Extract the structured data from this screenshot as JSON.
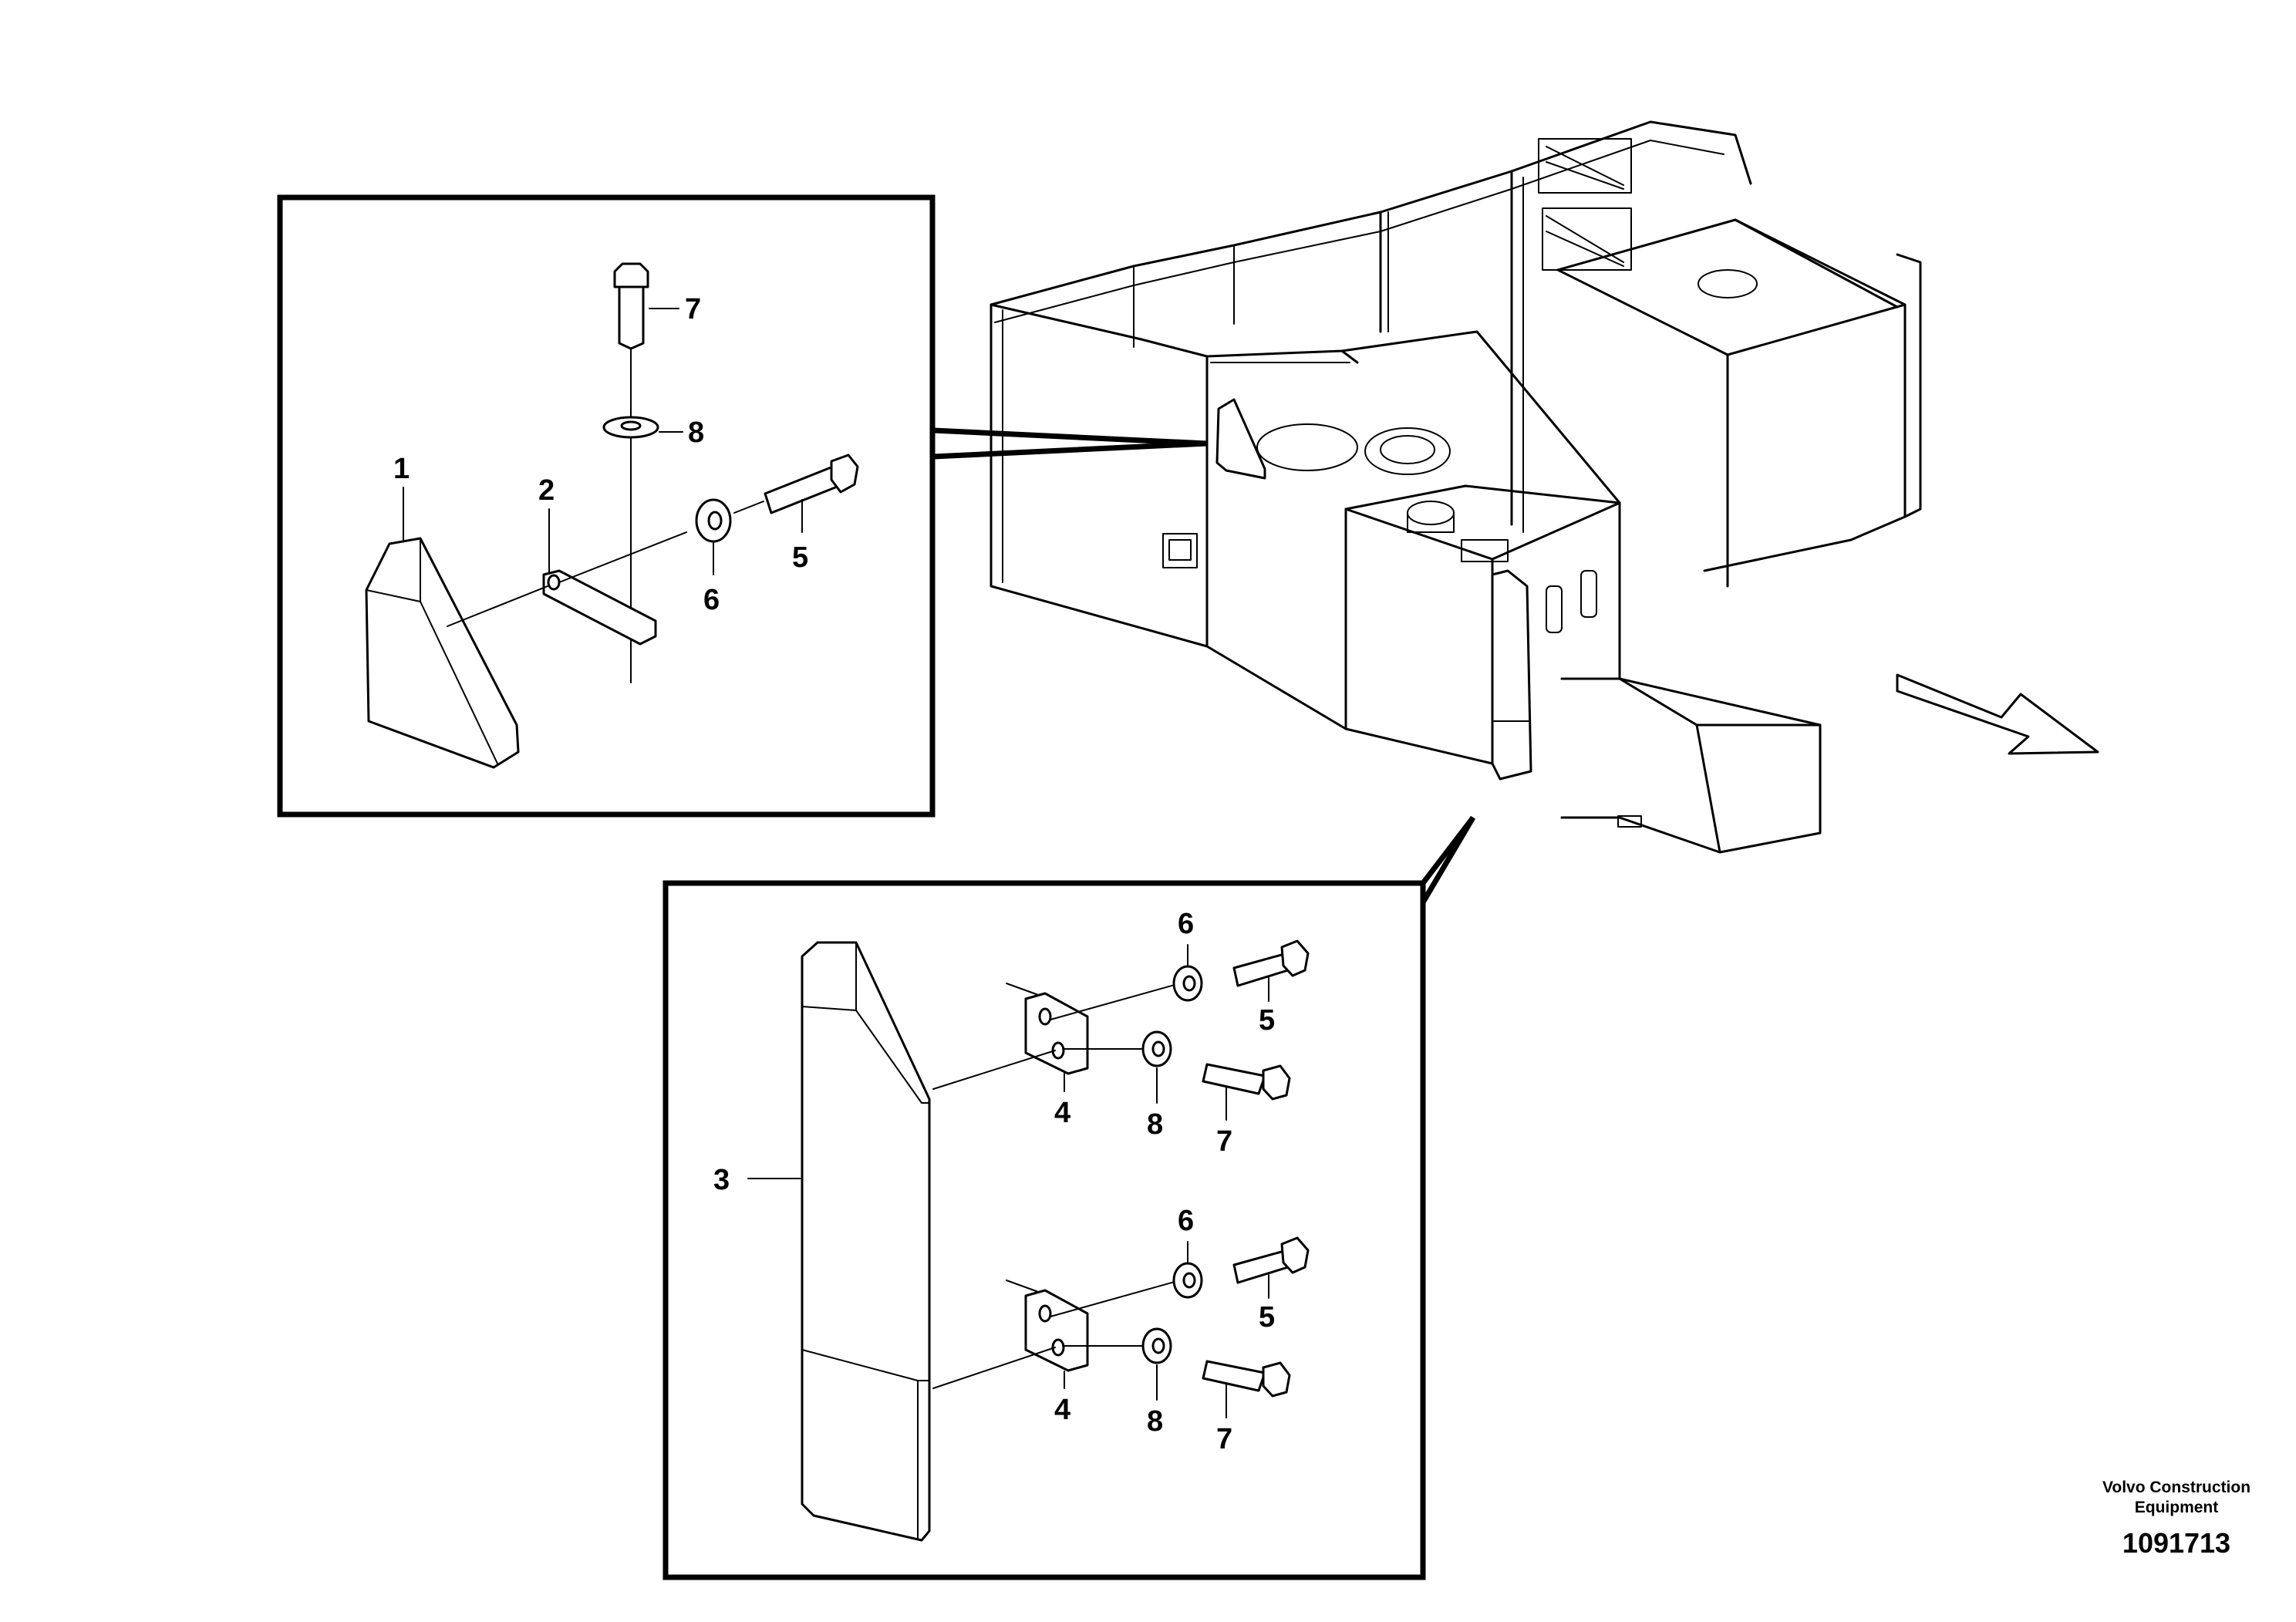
{
  "callouts": {
    "top_bolt": "7",
    "top_washer": "8",
    "corner_guard": "1",
    "corner_bracket": "2",
    "top_side_washer": "6",
    "top_side_bolt": "5",
    "long_guard": "3",
    "upper_washer_a": "6",
    "upper_bolt_a": "5",
    "upper_bracket": "4",
    "upper_washer_b": "8",
    "upper_bolt_b": "7",
    "lower_washer_a": "6",
    "lower_bolt_a": "5",
    "lower_bracket": "4",
    "lower_washer_b": "8",
    "lower_bolt_b": "7"
  },
  "footer": {
    "brand_line1": "Volvo Construction",
    "brand_line2": "Equipment",
    "document_number": "1091713"
  }
}
